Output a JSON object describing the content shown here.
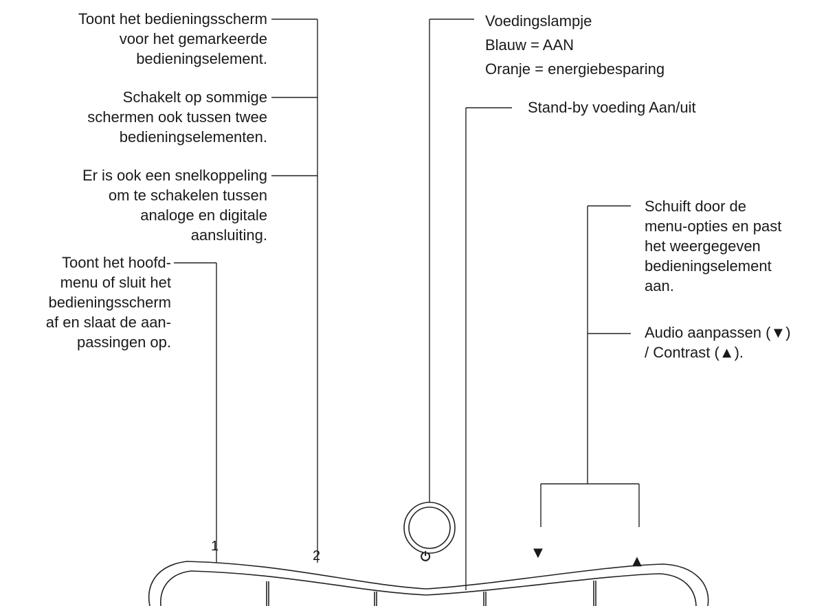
{
  "callouts": {
    "button1_control_screen": [
      "Toont het bedieningsscherm",
      "voor het gemarkeerde",
      "bedieningselement."
    ],
    "button2_toggle": [
      "Schakelt op sommige",
      "schermen ook tussen twee",
      "bedieningselementen."
    ],
    "button2_shortcut": [
      "Er is ook een snelkoppeling",
      "om te schakelen tussen",
      "analoge en digitale",
      "aansluiting."
    ],
    "button1_main_menu": [
      "Toont het hoofd-",
      "menu of sluit het",
      "bedieningsscherm",
      "af en slaat de aan-",
      "passingen op."
    ],
    "power_led": [
      "Voedingslampje",
      "Blauw = AAN",
      "Oranje = energiebesparing"
    ],
    "standby_power": [
      "Stand-by voeding Aan/uit"
    ],
    "arrows_scroll": [
      "Schuift door de",
      "menu-opties en past",
      "het weergegeven",
      "bedieningselement",
      "aan."
    ],
    "arrows_shortcut": [
      "Audio aanpassen (▼)",
      "/ Contrast (▲)."
    ]
  },
  "button_labels": {
    "button1": "1",
    "button2": "2",
    "power": "⏻",
    "down": "▼",
    "up": "▲"
  }
}
